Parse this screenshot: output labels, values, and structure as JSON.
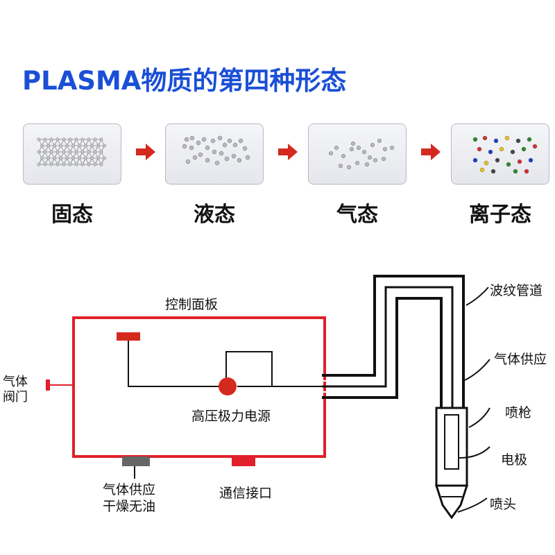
{
  "title": "PLASMA物质的第四种形态",
  "states": [
    {
      "label": "固态",
      "icon": "solid-lattice-icon"
    },
    {
      "label": "液态",
      "icon": "liquid-particles-icon"
    },
    {
      "label": "气态",
      "icon": "gas-particles-icon"
    },
    {
      "label": "离子态",
      "icon": "ion-particles-icon"
    }
  ],
  "diagram": {
    "control_panel": "控制面板",
    "gas_valve": "气体\n阀门",
    "power_supply": "高压极力电源",
    "gas_supply_dry": "气体供应\n干燥无油",
    "comm_port": "通信接口",
    "bellows_pipe": "波纹管道",
    "gas_supply": "气体供应",
    "spray_gun": "喷枪",
    "electrode": "电极",
    "nozzle": "喷头"
  },
  "colors": {
    "title": "#1a4fd6",
    "frame": "#e0202a",
    "arrow": "#d42a1e",
    "ions": [
      "#2a8a2a",
      "#d43030",
      "#1a3fc8",
      "#e8c020",
      "#444444"
    ]
  }
}
